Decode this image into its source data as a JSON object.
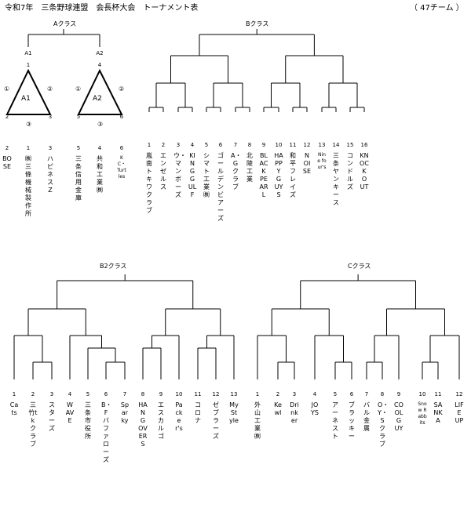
{
  "title": "令和7年　三条野球連盟　会長杯大会　トーナメント表",
  "team_count": "（ 47チーム ）",
  "a_class": {
    "header": "Aクラス",
    "groups": [
      {
        "slot": "A1",
        "name": "A1",
        "vertices": [
          "1",
          "2",
          "3"
        ],
        "matches": [
          "①",
          "②",
          "③"
        ]
      },
      {
        "slot": "A2",
        "name": "A2",
        "vertices": [
          "4",
          "5",
          "6"
        ],
        "matches": [
          "①",
          "②",
          "③"
        ]
      }
    ],
    "teams": [
      {
        "no": "2",
        "name": "BOSE"
      },
      {
        "no": "1",
        "name": "㈱三條機械製作所"
      },
      {
        "no": "3",
        "name": "ハピネスZ"
      },
      {
        "no": "5",
        "name": "三条信用金庫"
      },
      {
        "no": "4",
        "name": "共和工業㈱"
      },
      {
        "no": "6",
        "name": "KC・Turtles"
      }
    ]
  },
  "b_class": {
    "header": "Bクラス",
    "teams": [
      {
        "no": "1",
        "name": "嵐南トキワクラブ"
      },
      {
        "no": "2",
        "name": "エンゼルス"
      },
      {
        "no": "3",
        "name": "ウ・マンボーズ"
      },
      {
        "no": "4",
        "name": "KING GULF"
      },
      {
        "no": "5",
        "name": "シマト工業㈱"
      },
      {
        "no": "6",
        "name": "ゴールデンビアーズ"
      },
      {
        "no": "7",
        "name": "A・Gクラブ"
      },
      {
        "no": "8",
        "name": "北陵工業"
      },
      {
        "no": "9",
        "name": "BLACK PEARL"
      },
      {
        "no": "10",
        "name": "HAPPY GUYS"
      },
      {
        "no": "11",
        "name": "和平フレイズ"
      },
      {
        "no": "12",
        "name": "NOISE"
      },
      {
        "no": "13",
        "name": "Nine four's"
      },
      {
        "no": "14",
        "name": "三条ヤンキース"
      },
      {
        "no": "15",
        "name": "コンドルズ"
      },
      {
        "no": "16",
        "name": "KNOCK OUT"
      }
    ]
  },
  "b2_class": {
    "header": "B2クラス",
    "teams": [
      {
        "no": "1",
        "name": "Cats"
      },
      {
        "no": "2",
        "name": "三竹tkクラブ"
      },
      {
        "no": "3",
        "name": "スターズ"
      },
      {
        "no": "4",
        "name": "WAVE"
      },
      {
        "no": "5",
        "name": "三条市役所"
      },
      {
        "no": "6",
        "name": "B・Fバファローズ"
      },
      {
        "no": "7",
        "name": "Sparky"
      },
      {
        "no": "8",
        "name": "HANGOVERS"
      },
      {
        "no": "9",
        "name": "エスカルゴ"
      },
      {
        "no": "10",
        "name": "Packer's"
      },
      {
        "no": "11",
        "name": "コロナ"
      },
      {
        "no": "12",
        "name": "ゼブラーズ"
      },
      {
        "no": "13",
        "name": "My Style"
      }
    ]
  },
  "c_class": {
    "header": "Cクラス",
    "teams": [
      {
        "no": "1",
        "name": "外山工業㈱"
      },
      {
        "no": "2",
        "name": "Kewl"
      },
      {
        "no": "3",
        "name": "Drinker"
      },
      {
        "no": "4",
        "name": "JOYS"
      },
      {
        "no": "5",
        "name": "アーネスト"
      },
      {
        "no": "6",
        "name": "ブラッキー"
      },
      {
        "no": "7",
        "name": "バル金属"
      },
      {
        "no": "8",
        "name": "O・Y・Sクラブ"
      },
      {
        "no": "9",
        "name": "COOL GUY"
      },
      {
        "no": "10",
        "name": "Snow Rabbits"
      },
      {
        "no": "11",
        "name": "SANKA"
      },
      {
        "no": "12",
        "name": "LIFE UP"
      }
    ]
  }
}
